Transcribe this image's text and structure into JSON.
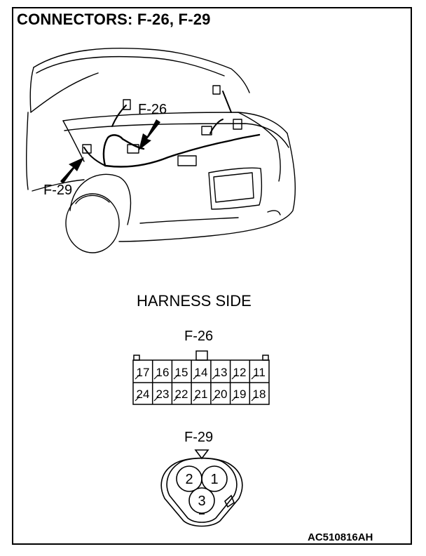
{
  "title": "CONNECTORS: F-26, F-29",
  "callouts": {
    "f26": "F-26",
    "f29": "F-29"
  },
  "harness_side": "HARNESS SIDE",
  "connector_f26": {
    "label": "F-26",
    "row1": [
      "17",
      "16",
      "15",
      "14",
      "13",
      "12",
      "11"
    ],
    "row2": [
      "24",
      "23",
      "22",
      "21",
      "20",
      "19",
      "18"
    ]
  },
  "connector_f29": {
    "label": "F-29",
    "pins": [
      "2",
      "1",
      "3"
    ]
  },
  "reference_code": "AC510816AH"
}
